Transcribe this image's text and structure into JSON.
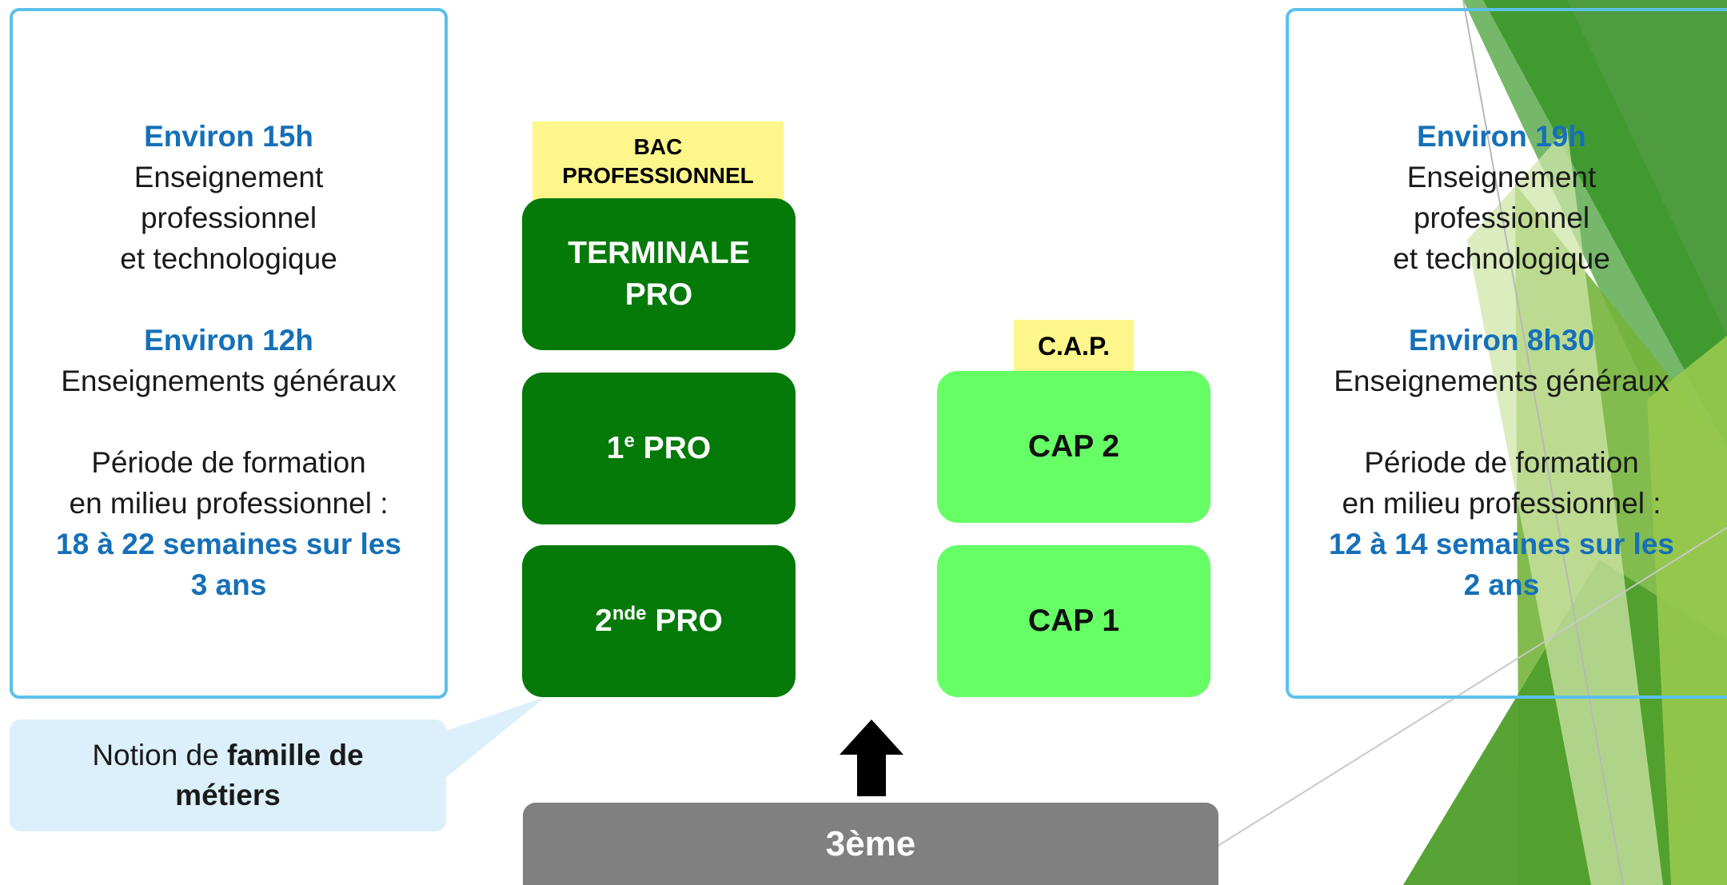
{
  "left_box": {
    "line1_blue": "Environ 15h",
    "line2": "Enseignement",
    "line3": "professionnel",
    "line4": "et technologique",
    "line5_blue": "Environ 12h",
    "line6": "Enseignements généraux",
    "line7": "Période de formation",
    "line8": "en milieu professionnel :",
    "line9_blue": "18 à 22 semaines sur les",
    "line10_blue": "3 ans"
  },
  "right_box": {
    "line1_blue": "Environ 19h",
    "line2": "Enseignement",
    "line3": "professionnel",
    "line4": "et technologique",
    "line5_blue": "Environ 8h30",
    "line6": "Enseignements généraux",
    "line7": "Période de formation",
    "line8": "en milieu professionnel :",
    "line9_blue": "12 à 14 semaines sur les",
    "line10_blue": "2 ans"
  },
  "bac_pro": {
    "label_line1": "BAC",
    "label_line2": "PROFESSIONNEL",
    "terminale_line1": "TERMINALE",
    "terminale_line2": "PRO",
    "premiere_num": "1",
    "premiere_sup": "e",
    "premiere_suffix": " PRO",
    "seconde_num": "2",
    "seconde_sup": "nde",
    "seconde_suffix": " PRO"
  },
  "cap": {
    "label": "C.A.P.",
    "cap2": "CAP 2",
    "cap1": "CAP 1"
  },
  "callout": {
    "text_prefix": "Notion de ",
    "text_bold_1": "famille de",
    "text_bold_2": "métiers"
  },
  "base": {
    "label": "3ème"
  },
  "colors": {
    "dark_green": "#057a09",
    "light_green": "#66ff66",
    "label_yellow": "#fef68a",
    "accent_blue": "#1570b8",
    "box_border": "#5bc0eb",
    "base_gray": "#808080"
  }
}
